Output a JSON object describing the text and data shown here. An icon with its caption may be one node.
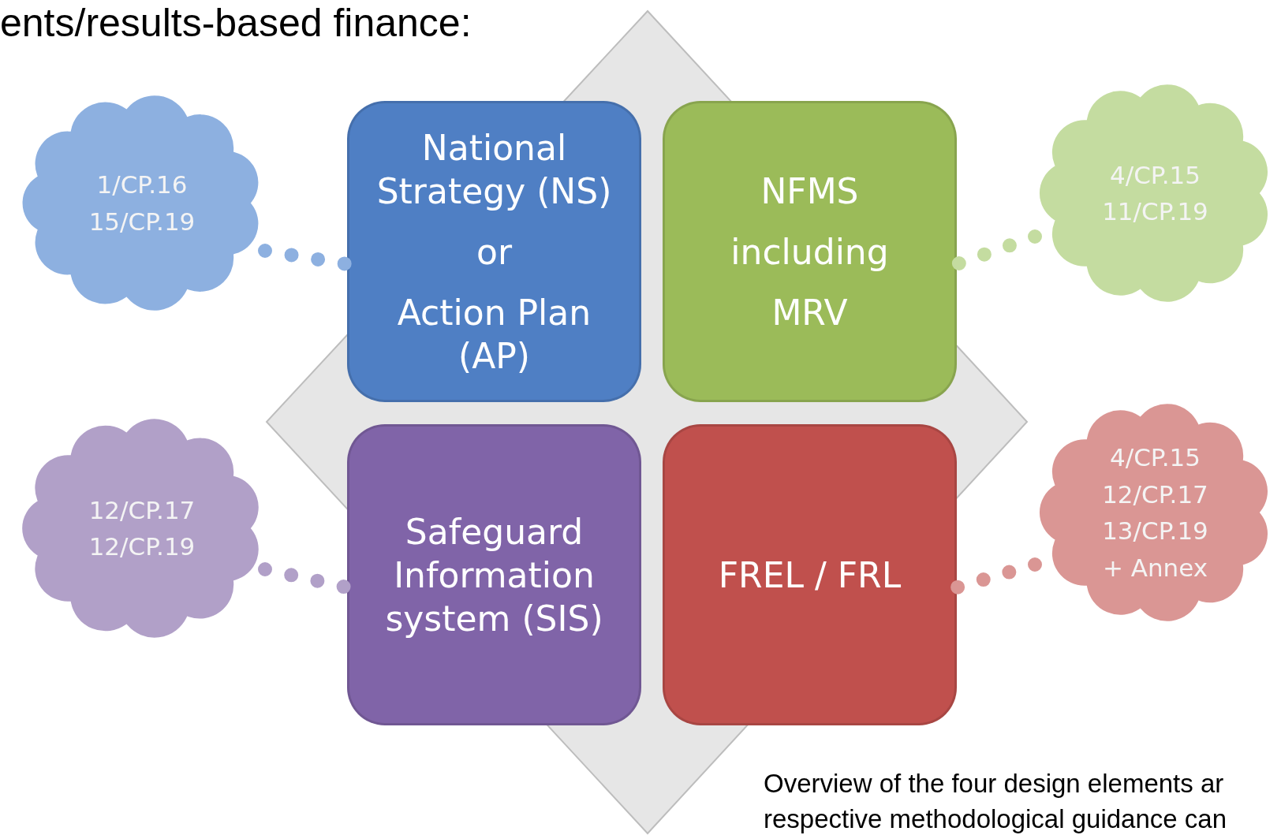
{
  "diagram": {
    "title": "ents/results-based finance:",
    "caption": "Overview of the four design elements ar respective methodological guidance can",
    "nodes": [
      {
        "text": [
          "1/CP.16",
          "15/CP.19"
        ]
      },
      {
        "text": [
          "National Strategy (NS)",
          "or",
          "Action Plan (AP)"
        ]
      },
      {
        "text": [
          "NFMS",
          "including",
          "MRV"
        ]
      },
      {
        "text": [
          "4/CP.15",
          "11/CP.19"
        ]
      },
      {
        "text": [
          "12/CP.17",
          "12/CP.19"
        ]
      },
      {
        "text": [
          "Safeguard Information system (SIS)"
        ]
      },
      {
        "text": [
          "FREL / FRL"
        ]
      },
      {
        "text": [
          "4/CP.15",
          "12/CP.17",
          "13/CP.19",
          "+ Annex"
        ]
      }
    ],
    "edges": [
      {
        "from": 0,
        "to": 1,
        "arrow": "none",
        "style": "dashed",
        "color": "#8db0e0"
      },
      {
        "from": 3,
        "to": 2,
        "arrow": "none",
        "style": "dashed",
        "color": "#c4dca0"
      },
      {
        "from": 4,
        "to": 5,
        "arrow": "none",
        "style": "dashed",
        "color": "#b1a0c8"
      },
      {
        "from": 7,
        "to": 6,
        "arrow": "none",
        "style": "dashed",
        "color": "#da9694"
      }
    ]
  }
}
